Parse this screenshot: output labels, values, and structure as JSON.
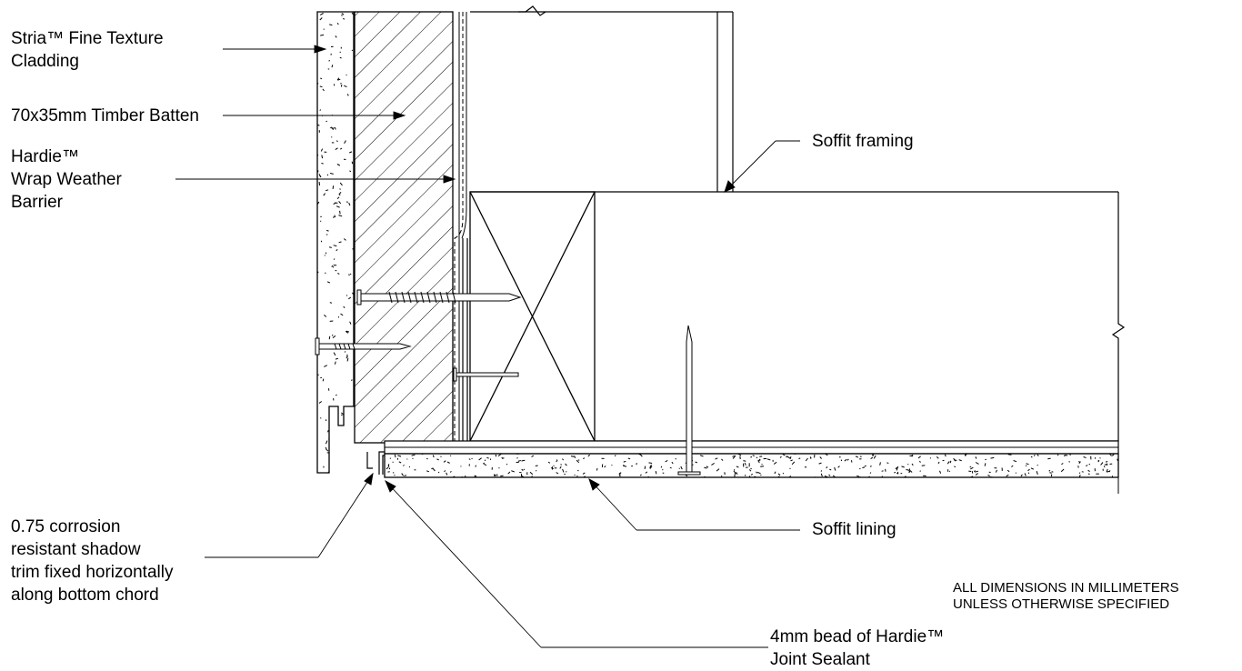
{
  "labels": {
    "cladding": "Stria™ Fine Texture\nCladding",
    "batten": "70x35mm Timber Batten",
    "wrap": "Hardie™\nWrap Weather\nBarrier",
    "soffit_framing": "Soffit framing",
    "shadow_trim": "0.75 corrosion\nresistant shadow\ntrim fixed horizontally\nalong bottom chord",
    "soffit_lining": "Soffit lining",
    "sealant": "4mm bead of Hardie™\nJoint Sealant"
  },
  "notes": {
    "dimensions": "ALL DIMENSIONS IN MILLIMETERS\nUNLESS OTHERWISE SPECIFIED"
  },
  "colors": {
    "line": "#000000",
    "background": "#ffffff"
  }
}
